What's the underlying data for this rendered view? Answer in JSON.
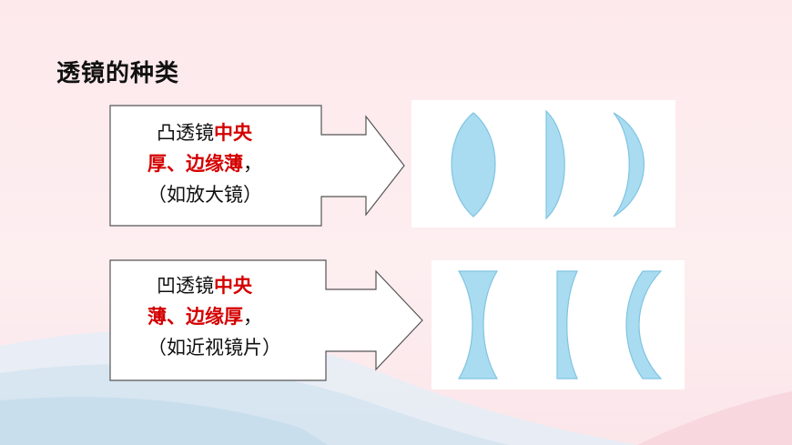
{
  "slide": {
    "title": "透镜的种类"
  },
  "convex": {
    "line1_prefix": "凸透镜",
    "line1_highlight": "中央",
    "line2_highlight": "厚、边缘薄",
    "line2_suffix": "，",
    "line3": "（如放大镜）"
  },
  "concave": {
    "line1_prefix": "凹透镜",
    "line1_highlight": "中央",
    "line2_highlight": "薄、边缘厚",
    "line2_suffix": "，",
    "line3": "（如近视镜片）"
  },
  "colors": {
    "highlight": "#d40000",
    "lens_fill": "#a9dcf0",
    "lens_stroke": "#7fc4e3"
  }
}
